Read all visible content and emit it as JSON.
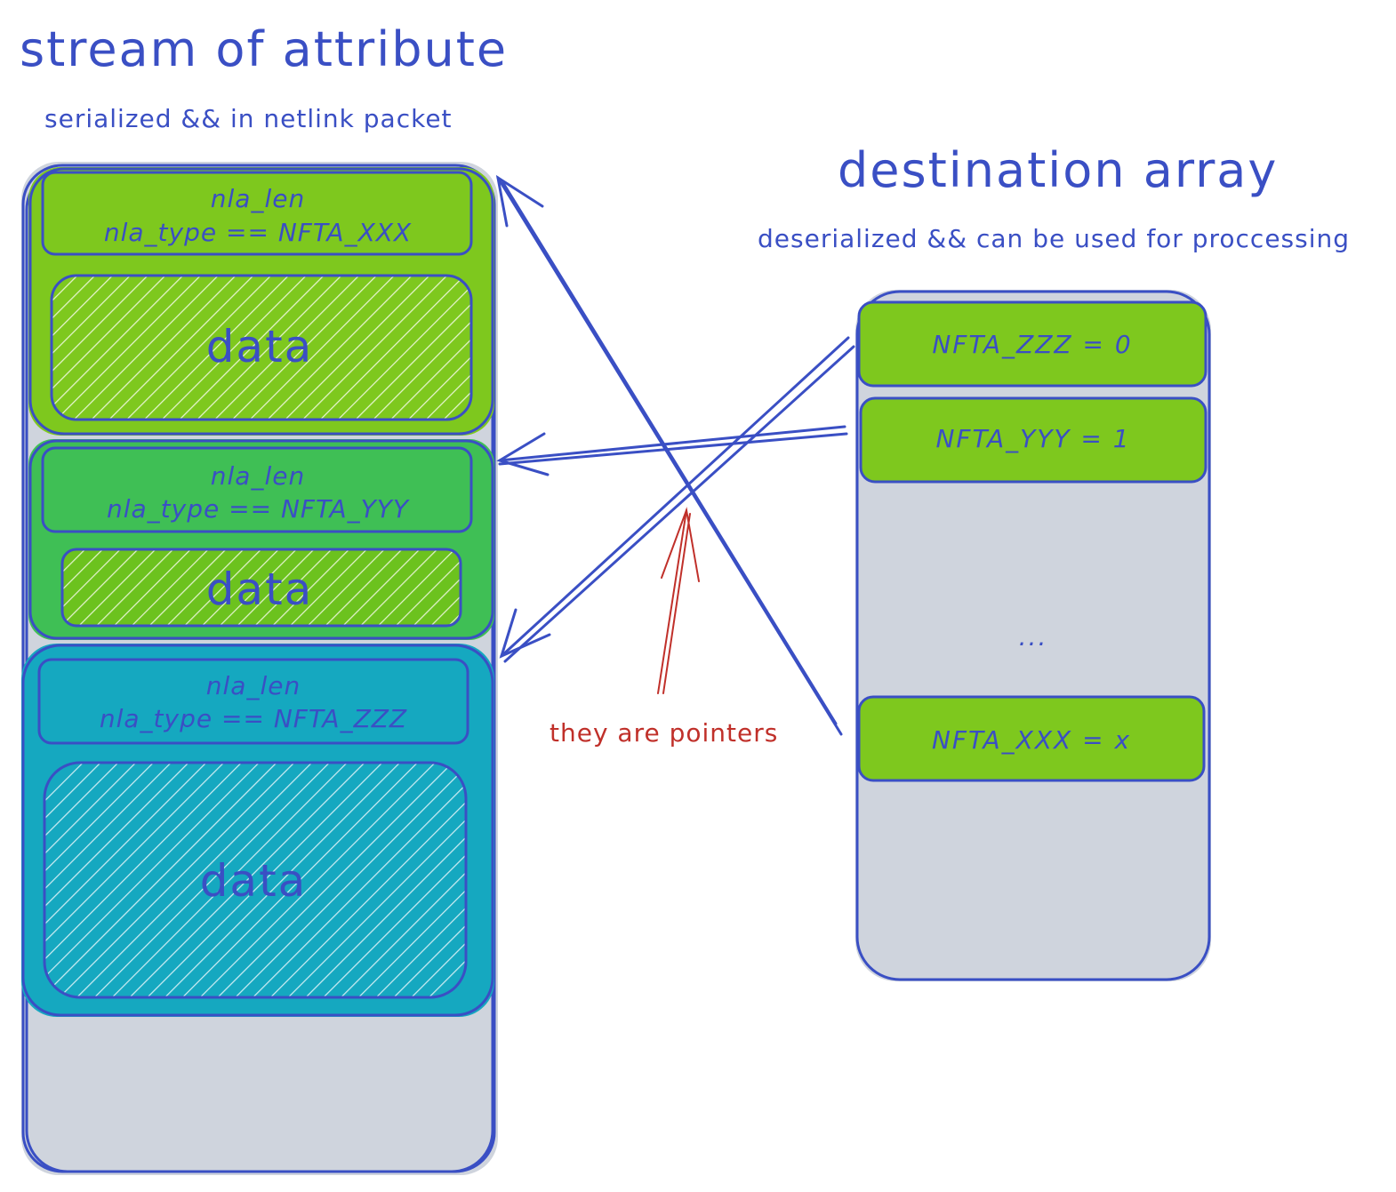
{
  "stream": {
    "title": "stream of attribute",
    "subtitle": "serialized && in netlink packet",
    "attributes": [
      {
        "len_label": "nla_len",
        "type_label": "nla_type == NFTA_XXX",
        "data_label": "data",
        "color": "#7ec81e"
      },
      {
        "len_label": "nla_len",
        "type_label": "nla_type == NFTA_YYY",
        "data_label": "data",
        "color": "#3fbf55"
      },
      {
        "len_label": "nla_len",
        "type_label": "nla_type == NFTA_ZZZ",
        "data_label": "data",
        "color": "#15a8c0"
      }
    ]
  },
  "destination": {
    "title": "destination array",
    "subtitle": "deserialized && can be used for proccessing",
    "slots": [
      {
        "label": "NFTA_ZZZ = 0"
      },
      {
        "label": "NFTA_YYY = 1"
      },
      {
        "label": "..."
      },
      {
        "label": "NFTA_XXX = x"
      }
    ]
  },
  "annotation": {
    "label": "they are pointers"
  },
  "colors": {
    "stroke": "#3a4fc4",
    "container_fill": "#cfd4dd",
    "slot_fill": "#7ec81e",
    "annotation": "#c0302a"
  }
}
